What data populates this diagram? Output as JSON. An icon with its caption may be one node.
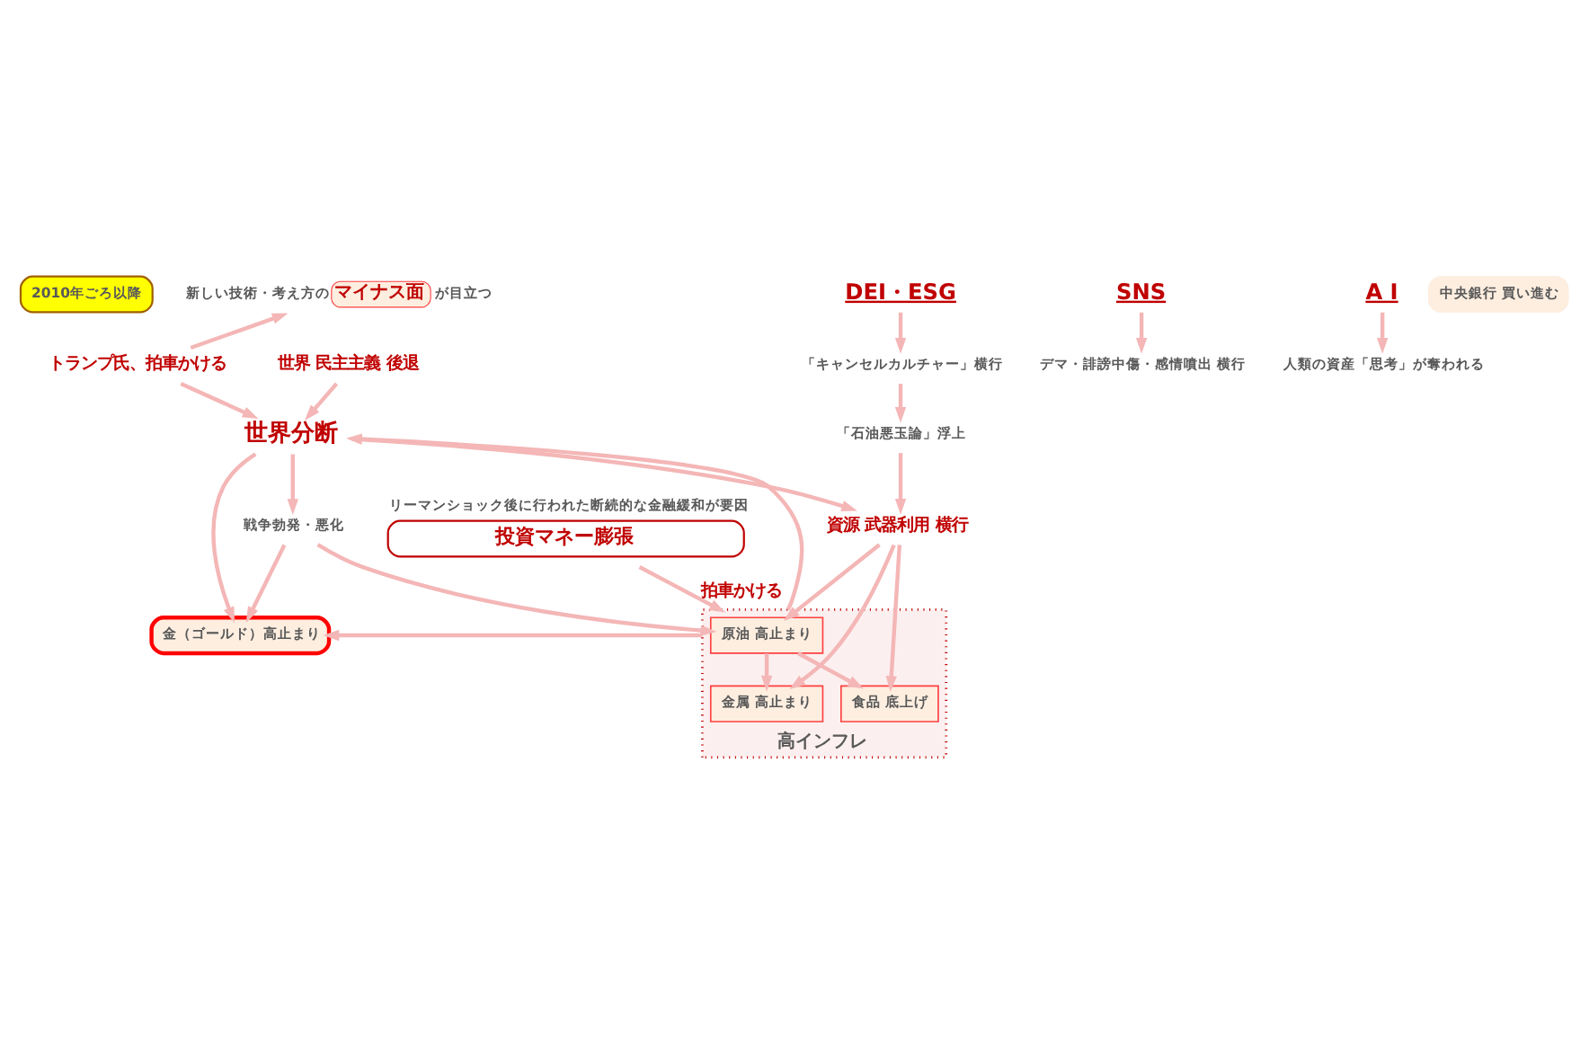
{
  "diagram": {
    "nodes": [
      {
        "text": [
          "2010年ごろ以降"
        ]
      },
      {
        "text": [
          "新しい技術・考え方の",
          "マイナス面",
          "が目立つ"
        ]
      },
      {
        "text": [
          "SNS"
        ]
      },
      {
        "text": [
          "デマ・誹謗中傷・感情噴出 横行"
        ]
      },
      {
        "text": [
          "A I"
        ]
      },
      {
        "text": [
          "人類の資産「思考」が奪われる"
        ]
      },
      {
        "text": [
          "DEI・ESG"
        ]
      },
      {
        "text": [
          "「キャンセルカルチャー」横行"
        ]
      },
      {
        "text": [
          "「石油悪玉論」浮上"
        ]
      },
      {
        "text": [
          "世界 民主主義 後退"
        ]
      },
      {
        "text": [
          "トランプ氏、拍車かける"
        ]
      },
      {
        "text": [
          "世界分断"
        ]
      },
      {
        "text": [
          "金（ゴールド）高止まり"
        ]
      },
      {
        "text": [
          "中央銀行 買い進む"
        ]
      },
      {
        "text": [
          "戦争勃発・悪化"
        ]
      },
      {
        "text": [
          "資源 武器利用 横行"
        ]
      },
      {
        "text": [
          "高インフレ"
        ]
      },
      {
        "text": [
          "原油 高止まり"
        ],
        "in": 16
      },
      {
        "text": [
          "金属 高止まり"
        ],
        "in": 16
      },
      {
        "text": [
          "食品 底上げ"
        ],
        "in": 16
      },
      {
        "text": [
          "投資マネー膨張"
        ],
        "beside": [
          "リーマンショック後に行われた断続的な金融緩和が要因"
        ]
      }
    ],
    "edges": [
      {
        "from": 2,
        "to": 3,
        "arrow": "to"
      },
      {
        "from": 4,
        "to": 5,
        "arrow": "to"
      },
      {
        "from": 6,
        "to": 7,
        "arrow": "to"
      },
      {
        "from": 7,
        "to": 8,
        "arrow": "to"
      },
      {
        "from": 10,
        "to": 1,
        "arrow": "to"
      },
      {
        "from": 10,
        "to": 11,
        "arrow": "to"
      },
      {
        "from": 9,
        "to": 11,
        "arrow": "to"
      },
      {
        "from": 11,
        "to": 12,
        "arrow": "to"
      },
      {
        "from": 11,
        "to": 14,
        "arrow": "to"
      },
      {
        "from": 14,
        "to": 12,
        "arrow": "to"
      },
      {
        "from": 14,
        "to": 17,
        "arrow": "to"
      },
      {
        "from": 16,
        "to": 12,
        "arrow": "to"
      },
      {
        "from": 16,
        "to": 11,
        "arrow": "to"
      },
      {
        "from": 11,
        "to": 15,
        "arrow": "to"
      },
      {
        "from": 8,
        "to": 15,
        "arrow": "to"
      },
      {
        "from": 15,
        "to": 17,
        "arrow": "to"
      },
      {
        "from": 15,
        "to": 18,
        "arrow": "to"
      },
      {
        "from": 15,
        "to": 19,
        "arrow": "to"
      },
      {
        "from": 17,
        "to": 18,
        "arrow": "to"
      },
      {
        "from": 17,
        "to": 19,
        "arrow": "to"
      },
      {
        "from": 20,
        "to": 16,
        "arrow": "to",
        "label": "拍車かける"
      }
    ]
  }
}
